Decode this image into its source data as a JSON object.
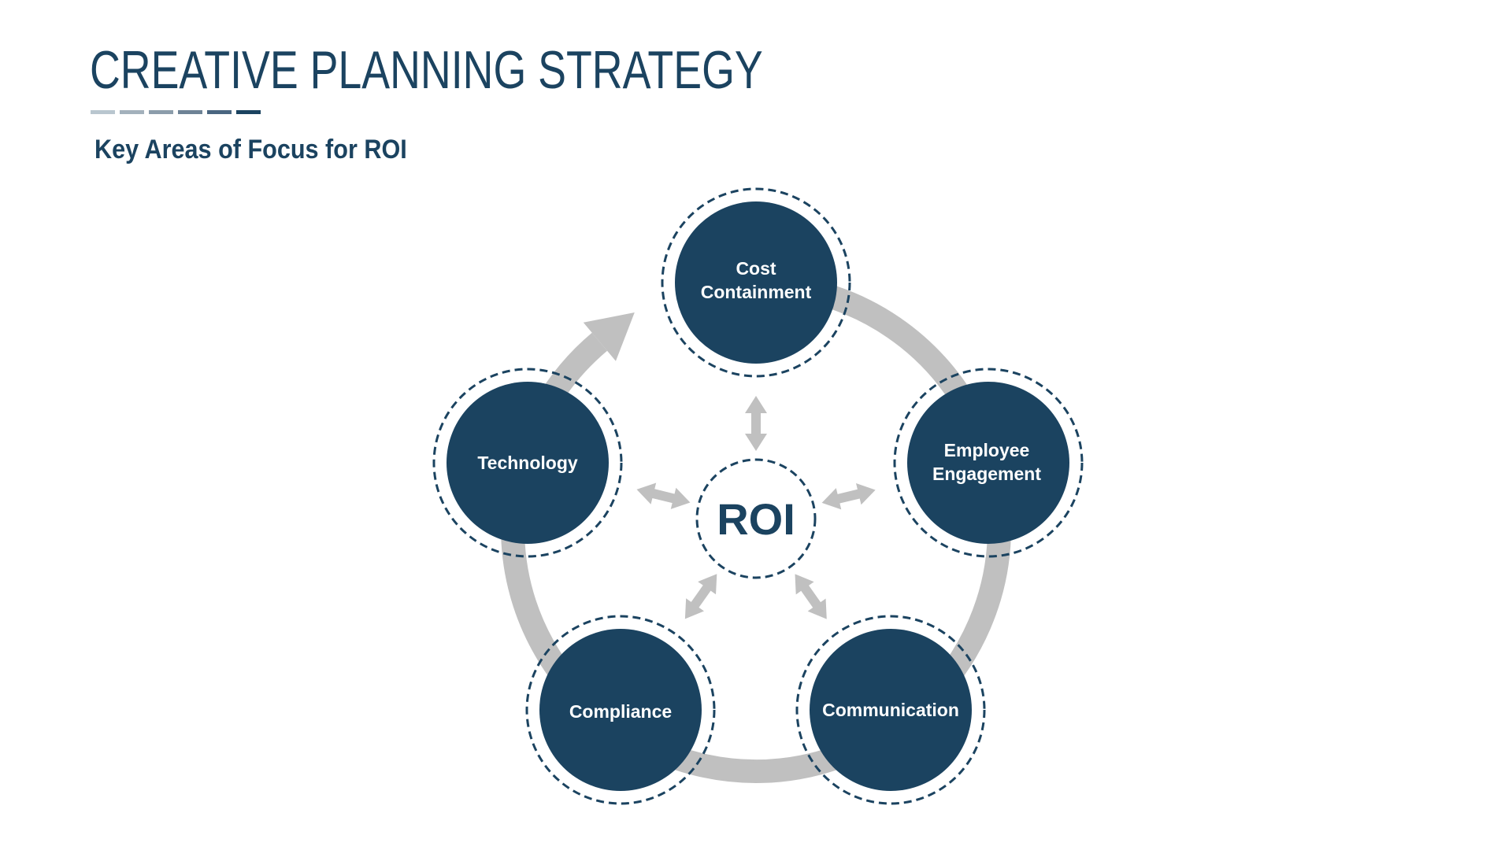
{
  "header": {
    "title": "CREATIVE PLANNING STRATEGY",
    "subtitle": "Key Areas of Focus for ROI",
    "divider_colors": [
      "#b9c6cf",
      "#a3b1bc",
      "#8c9dab",
      "#6e8396",
      "#4a6680",
      "#1b4360"
    ]
  },
  "diagram": {
    "center": {
      "label": "ROI"
    },
    "nodes": [
      {
        "id": "cost",
        "lines": [
          "Cost",
          "Containment"
        ]
      },
      {
        "id": "employee",
        "lines": [
          "Employee",
          "Engagement"
        ]
      },
      {
        "id": "communication",
        "lines": [
          "Communication"
        ]
      },
      {
        "id": "compliance",
        "lines": [
          "Compliance"
        ]
      },
      {
        "id": "technology",
        "lines": [
          "Technology"
        ]
      }
    ],
    "colors": {
      "node_fill": "#1b4360",
      "ring": "#c0c0c0",
      "arrow": "#c0c0c0",
      "text": "#ffffff"
    }
  }
}
